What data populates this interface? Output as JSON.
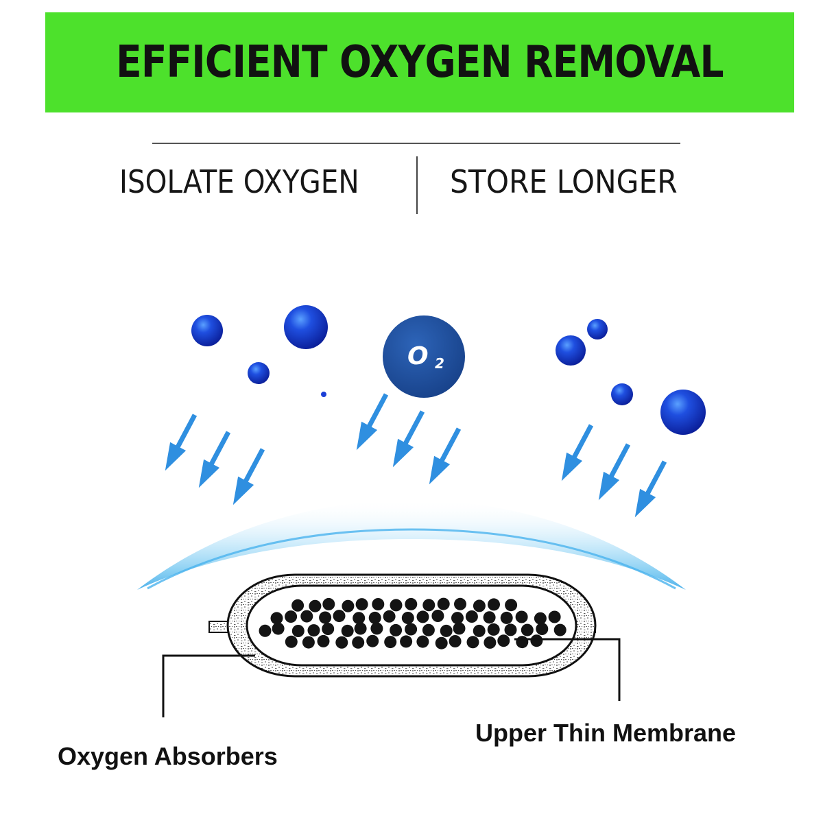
{
  "header": {
    "title": "EFFICIENT OXYGEN REMOVAL",
    "banner_color": "#4de12c"
  },
  "taglines": {
    "left": "ISOLATE OXYGEN",
    "right": "STORE LONGER"
  },
  "molecule": {
    "symbol": "O",
    "subscript": "2",
    "color": "#1e4f9c"
  },
  "labels": {
    "absorbers": "Oxygen Absorbers",
    "membrane": "Upper Thin Membrane"
  },
  "colors": {
    "bubble": "#1b3fd6",
    "arrow": "#2f8fe0",
    "film": "#7fd0f4"
  }
}
